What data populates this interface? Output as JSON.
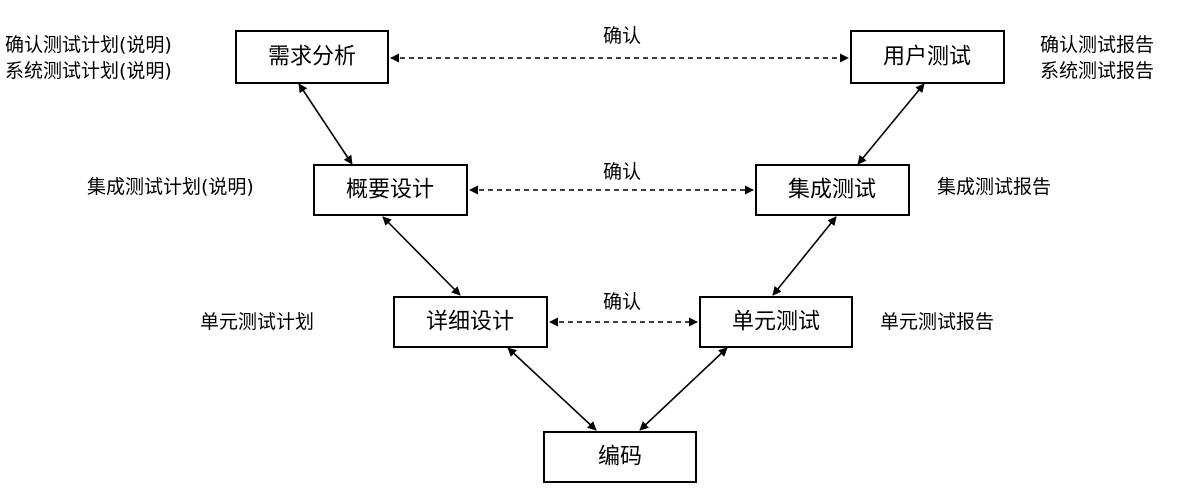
{
  "boxes": {
    "requirements": "需求分析",
    "user_test": "用户测试",
    "outline_design": "概要设计",
    "integration_test": "集成测试",
    "detail_design": "详细设计",
    "unit_test": "单元测试",
    "coding": "编码"
  },
  "confirm_labels": {
    "top": "确认",
    "middle": "确认",
    "bottom": "确认"
  },
  "left_notes": {
    "top_line1": "确认测试计划(说明)",
    "top_line2": "系统测试计划(说明)",
    "middle": "集成测试计划(说明)",
    "bottom": "单元测试计划"
  },
  "right_notes": {
    "top_line1": "确认测试报告",
    "top_line2": "系统测试报告",
    "middle": "集成测试报告",
    "bottom": "单元测试报告"
  }
}
